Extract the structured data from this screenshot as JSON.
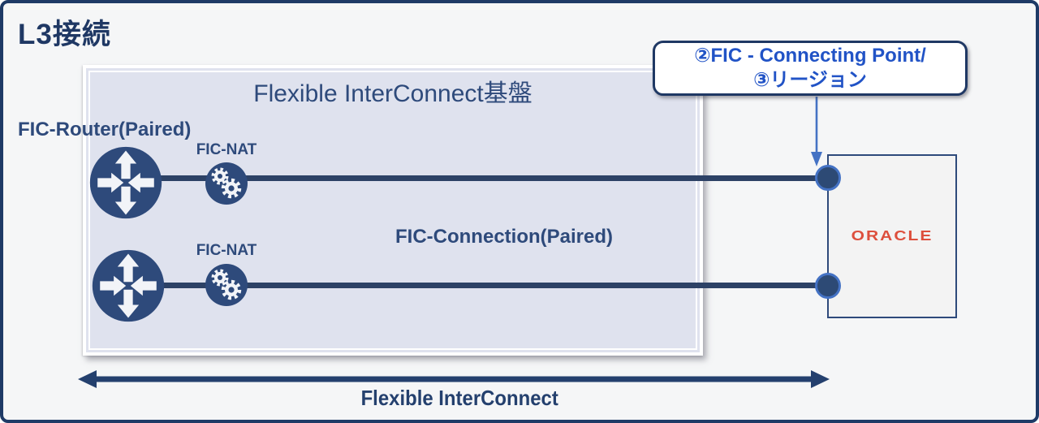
{
  "title": "L3接続",
  "panel": {
    "title": "Flexible InterConnect基盤"
  },
  "labels": {
    "router": "FIC-Router(Paired)",
    "nat": "FIC-NAT",
    "connection": "FIC-Connection(Paired)"
  },
  "callout": {
    "line1": "②FIC - Connecting Point/",
    "line2": "③リージョン"
  },
  "oracle": {
    "logo_text": "ORACLE"
  },
  "bottom": {
    "label": "Flexible InterConnect"
  },
  "icons": {
    "router": "router-arrows-icon",
    "nat": "gears-icon",
    "callout_pointer": "down-arrow-icon",
    "span": "double-headed-arrow-icon"
  },
  "colors": {
    "outer_border_navy": "#1e3a66",
    "canvas_bg": "#f5f6f7",
    "title_navy": "#1f3864",
    "label_navy": "#2e4a7b",
    "line_navy": "#2d4266",
    "panel_bg": "#dfe2ee",
    "accent_blue": "#4472c4",
    "callout_text_blue": "#2153c6",
    "endpoint_fill": "#2d4a75",
    "oracle_red": "#dd4f3d",
    "oracle_box_bg": "#f3f3f3"
  }
}
